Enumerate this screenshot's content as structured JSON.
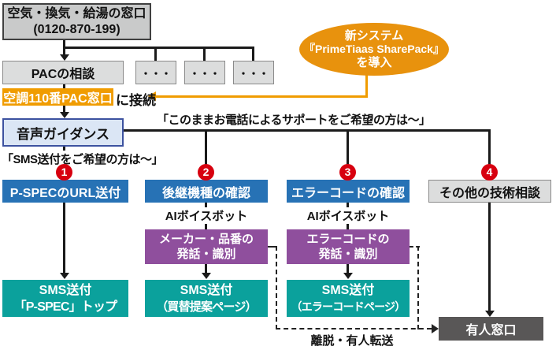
{
  "diagram": {
    "entry": {
      "title": "空気・換気・給湯の窓口",
      "phone": "(0120-870-199)"
    },
    "pac": {
      "label": "PACの相談"
    },
    "dots": "・・・",
    "connect": {
      "highlight": "空調110番PAC窓口",
      "suffix": "に接続"
    },
    "ellipse": {
      "line1": "新システム",
      "line2": "『PrimeTiaas SharePack』",
      "line3": "を導入"
    },
    "voice": {
      "label": "音声ガイダンス"
    },
    "quotes": {
      "phone": "「このままお電話によるサポートをご希望の方は～」",
      "sms": "「SMS送付をご希望の方は～」"
    },
    "steps": [
      {
        "num": "1",
        "label": "P-SPECのURL送付"
      },
      {
        "num": "2",
        "label": "後継機種の確認"
      },
      {
        "num": "3",
        "label": "エラーコードの確認"
      },
      {
        "num": "4",
        "label": "その他の技術相談"
      }
    ],
    "ai_label": "AIボイスボット",
    "voicebots": [
      {
        "line1": "メーカー・品番の",
        "line2": "発話・識別"
      },
      {
        "line1": "エラーコードの",
        "line2": "発話・識別"
      }
    ],
    "sms": [
      {
        "line1": "SMS送付",
        "line2": "「P-SPEC」トップ"
      },
      {
        "line1": "SMS送付",
        "line2": "（買替提案ページ）"
      },
      {
        "line1": "SMS送付",
        "line2": "（エラーコードページ）"
      }
    ],
    "human": {
      "label": "有人窓口"
    },
    "transfer_label": "離脱・有人転送",
    "colors": {
      "blue": "#2772b5",
      "purple": "#8f4f9d",
      "teal": "#0ba19c",
      "orange": "#f09c00",
      "ellipse_orange": "#e8920d",
      "badge_red": "#d7000f",
      "human_gray": "#595757",
      "light_gray": "#dcdddd",
      "entry_gray": "#c9caca",
      "voice_blue": "#dbe6f5"
    }
  }
}
